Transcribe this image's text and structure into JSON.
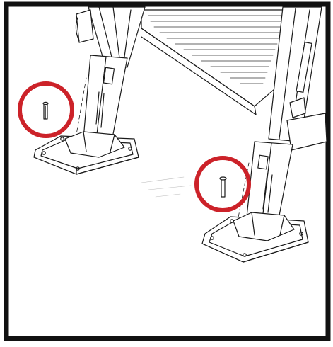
{
  "diagram": {
    "kind": "assembly-illustration",
    "subject": "stair-stringer-legs-with-base-plates",
    "highlight_color": "#cc2229",
    "line_color": "#1a1a1a",
    "callouts": [
      {
        "target": "bolt-left",
        "style": "circle"
      },
      {
        "target": "bolt-right",
        "style": "circle"
      }
    ]
  }
}
